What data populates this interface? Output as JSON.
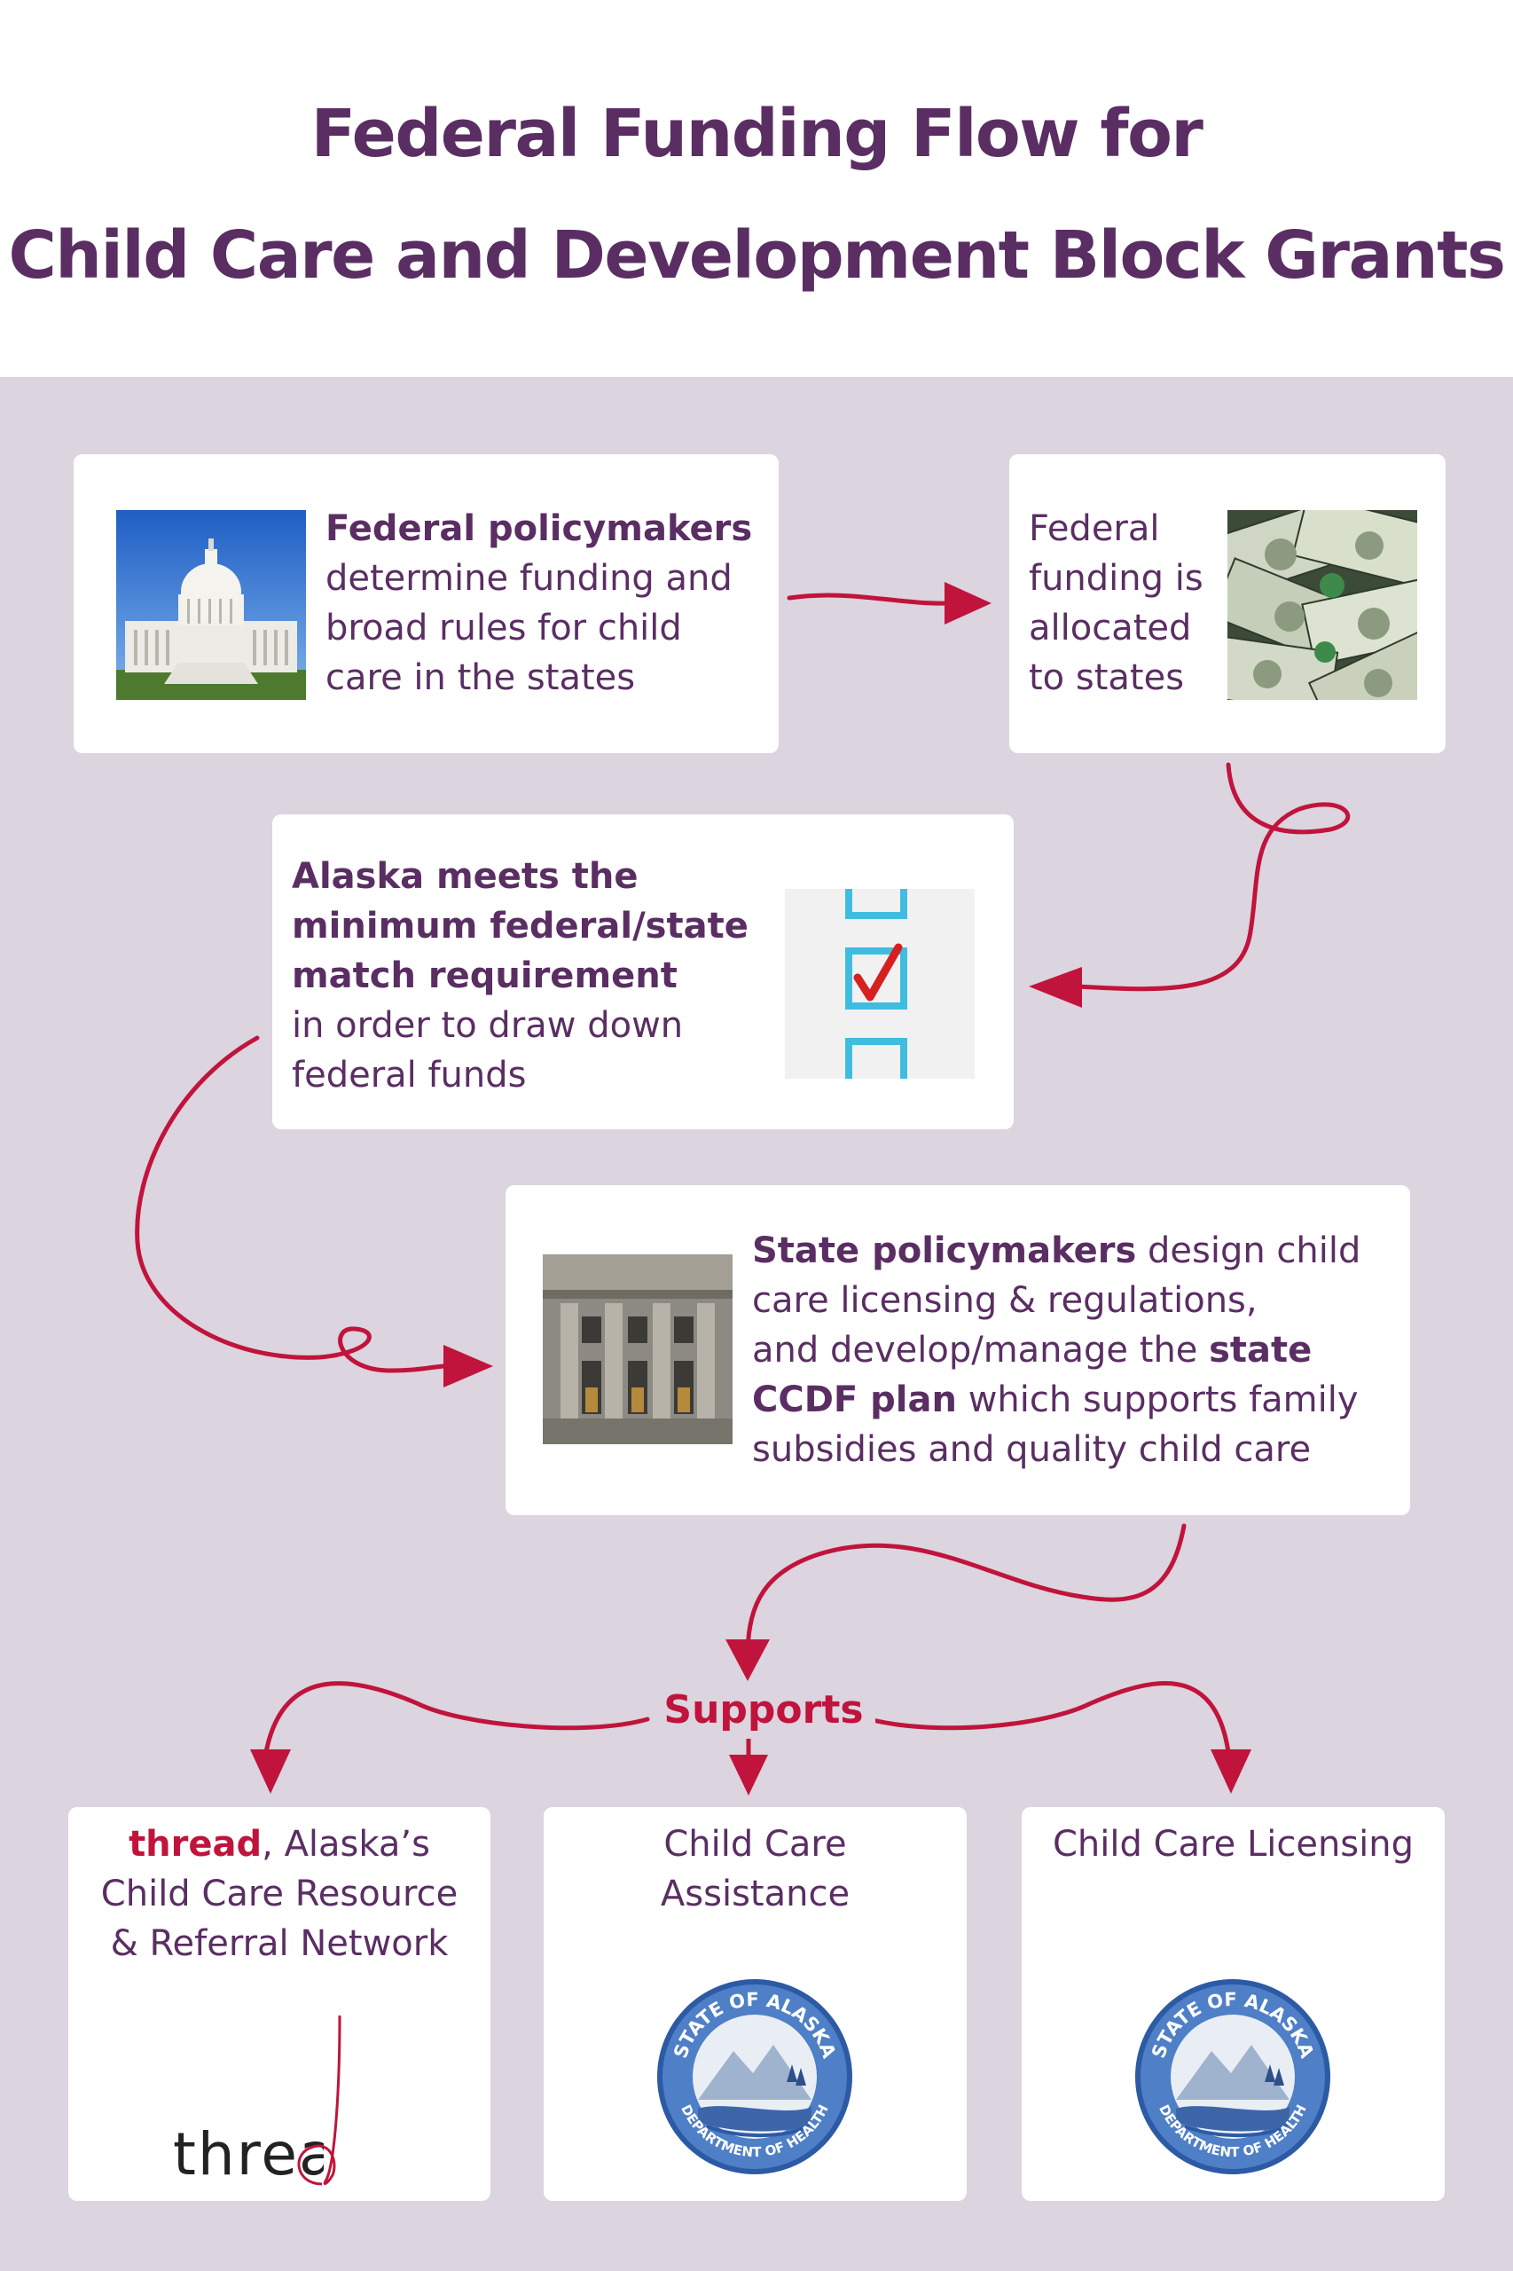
{
  "title": {
    "line1": "Federal Funding Flow for",
    "line2": "Child Care and Development Block Grants"
  },
  "colors": {
    "purple": "#5a2e63",
    "crimson": "#c0143c",
    "background": "#dcd4df",
    "card": "#ffffff"
  },
  "steps": {
    "federal_policymakers": {
      "bold": "Federal policymakers",
      "text1": "determine funding and",
      "text2": "broad rules for child",
      "text3": "care in the states",
      "image": "capitol-building-photo"
    },
    "federal_funding": {
      "line1": "Federal",
      "line2": "funding is",
      "line3": "allocated",
      "line4": "to states",
      "image": "dollar-bills-photo"
    },
    "alaska_match": {
      "bold1": "Alaska meets the",
      "bold2": "minimum federal/state",
      "bold3": "match requirement",
      "text1": "in order to draw down",
      "text2": "federal funds",
      "image": "checklist-photo"
    },
    "state_policymakers": {
      "bold1": "State policymakers",
      "text1": " design child",
      "text2": "care licensing & regulations,",
      "text3": "and develop/manage the ",
      "bold2": "state",
      "bold3": "CCDF plan",
      "text4": " which supports family",
      "text5": "subsidies and quality child care",
      "image": "state-capitol-building-photo"
    }
  },
  "supports_label": "Supports",
  "outcomes": {
    "thread": {
      "brand": "thread",
      "line1_rest": ", Alaska’s",
      "line2": "Child Care Resource",
      "line3": "& Referral Network",
      "logo": "thread"
    },
    "assistance": {
      "line1": "Child Care",
      "line2": "Assistance",
      "seal_top": "STATE OF ALASKA",
      "seal_bottom": "DEPARTMENT OF HEALTH"
    },
    "licensing": {
      "line1": "Child Care Licensing",
      "seal_top": "STATE OF ALASKA",
      "seal_bottom": "DEPARTMENT OF HEALTH"
    }
  }
}
